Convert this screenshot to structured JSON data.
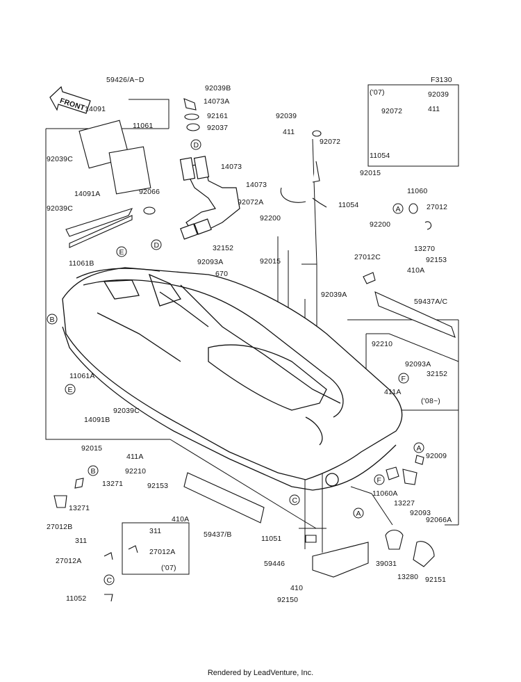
{
  "figure_code": "F3130",
  "front_arrow": "FRONT",
  "footer": "Rendered by LeadVenture, Inc.",
  "inset_top_right": {
    "note": "('07)"
  },
  "inset_right": {
    "note": "('08~)"
  },
  "inset_bottom_left": {
    "note": "('07)"
  },
  "callouts": [
    "A",
    "B",
    "C",
    "D",
    "E",
    "F"
  ],
  "parts": [
    "59426/A~D",
    "14091",
    "11061",
    "92039C",
    "14091A",
    "92039C",
    "11061B",
    "92066",
    "92039B",
    "14073A",
    "92161",
    "92037",
    "14073",
    "14073",
    "92072A",
    "92039",
    "411",
    "92072",
    "11054",
    "92039",
    "92072",
    "411",
    "11054",
    "92015",
    "11060",
    "92200",
    "27012",
    "13270",
    "92200",
    "32152",
    "92015",
    "92093A",
    "670",
    "27012C",
    "410A",
    "92153",
    "92039A",
    "59437A/C",
    "92210",
    "92093A",
    "32152",
    "411A",
    "11061A",
    "92039C",
    "14091B",
    "92015",
    "411A",
    "92210",
    "13271",
    "13271",
    "27012B",
    "92153",
    "410A",
    "59437/B",
    "92009",
    "11060A",
    "13227",
    "92093",
    "92066A",
    "311",
    "27012A",
    "311",
    "27012A",
    "11052",
    "11051",
    "59446",
    "39031",
    "13280",
    "92151",
    "410",
    "92150"
  ]
}
